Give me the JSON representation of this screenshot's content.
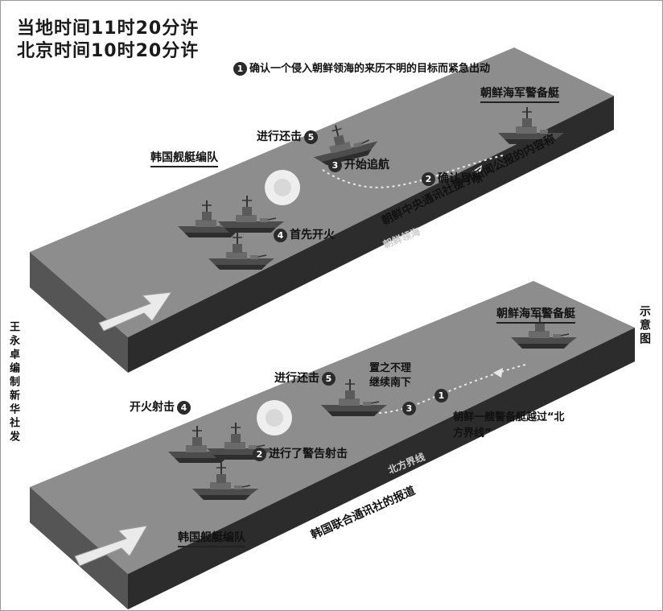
{
  "header": {
    "local_time": "当地时间11时20分许",
    "beijing_time": "北京时间10时20分许"
  },
  "panel_top": {
    "step1_num": "1",
    "step1": "确认一个侵入朝鲜领海的来历不明的目标而紧急出动",
    "nk_patrol": "朝鲜海军警备艇",
    "step5_num": "5",
    "step5": "进行还击",
    "sk_fleet": "韩国舰艇编队",
    "step3_num": "3",
    "step3": "开始追航",
    "step2_num": "2",
    "step2": "确认目标",
    "step4_num": "4",
    "step4": "首先开火",
    "inner_label": "朝鲜领海",
    "source": "朝鲜中央通讯社援引新闻公报的内容称"
  },
  "panel_bottom": {
    "nk_patrol": "朝鲜海军警备艇",
    "diagram": "示意图",
    "step5_num": "5",
    "step5": "进行还击",
    "step_note": "置之不理 继续南下",
    "step1_num": "1",
    "step3_num": "3",
    "step_cross": "朝鲜一艘警备艇越过“北方界线”",
    "step4_num": "4",
    "step4": "开火射击",
    "step2_num": "2",
    "step2": "进行了警告射击",
    "inner_label": "北方界线",
    "sk_fleet": "韩国舰艇编队",
    "source": "韩国联合通讯社的报道"
  },
  "credit": "王永卓编制新华社发",
  "colors": {
    "sea_top": "#8d8d8d",
    "sea_side": "#2c2c2c",
    "ship": "#5e5e5e",
    "ship_dark": "#363636"
  }
}
